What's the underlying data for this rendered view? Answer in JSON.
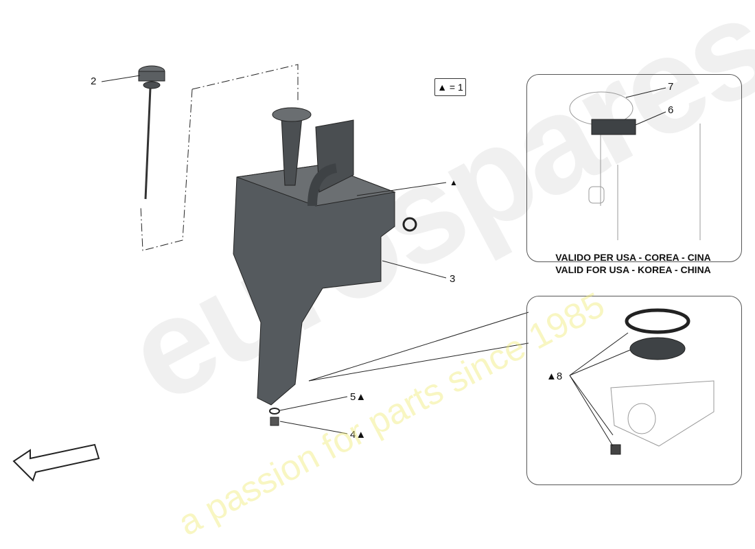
{
  "callouts": {
    "c2": "2",
    "c3": "3",
    "c4": "4▲",
    "c5": "5▲",
    "c6": "6",
    "c7": "7",
    "c8": "▲8",
    "tri": "▲"
  },
  "legend": "▲ = 1",
  "inset_note": {
    "line1": "VALIDO PER USA - COREA - CINA",
    "line2": "VALID FOR USA - KOREA - CHINA"
  },
  "watermark": {
    "logo": "eurospares",
    "tagline": "a passion for parts since 1985"
  },
  "colors": {
    "part_fill": "#555a5e",
    "part_dark": "#3e4245",
    "line": "#222222"
  }
}
